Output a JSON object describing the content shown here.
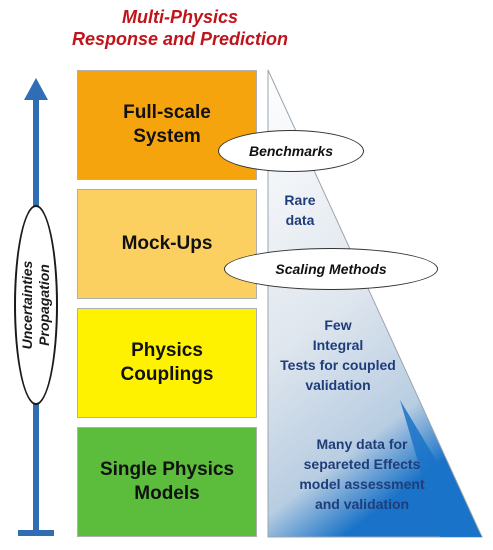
{
  "title": {
    "line1": "Multi-Physics",
    "line2": "Response and Prediction"
  },
  "arrow_label": "Uncertainties\nPropagation",
  "levels": [
    {
      "id": "full-scale-system",
      "label": "Full-scale\nSystem",
      "color": "#f5a40e"
    },
    {
      "id": "mock-ups",
      "label": "Mock-Ups",
      "color": "#fcd060"
    },
    {
      "id": "physics-couplings",
      "label": "Physics\nCouplings",
      "color": "#fff200"
    },
    {
      "id": "single-physics-models",
      "label": "Single Physics\nModels",
      "color": "#5bbd3b"
    }
  ],
  "callouts": {
    "benchmarks": "Benchmarks",
    "scaling_methods": "Scaling Methods"
  },
  "side_notes": {
    "rare": "Rare\ndata",
    "few": "Few\nIntegral\nTests for coupled\nvalidation",
    "many": "Many data for\nsepareted Effects\nmodel assessment\nand validation"
  },
  "colors": {
    "arrow": "#2f6db5",
    "title": "#c0141b",
    "side_text": "#1f3d7a",
    "triangle_top": "#ffffff",
    "triangle_bottom": "#1a73c8"
  }
}
